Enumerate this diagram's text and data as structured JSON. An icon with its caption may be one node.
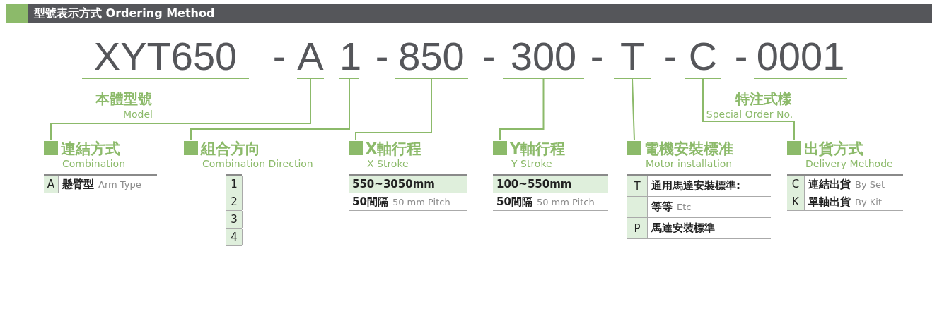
{
  "diagram": {
    "title": "型號表示方式 Ordering Method",
    "nodes": [
      {
        "text": [
          "A"
        ]
      },
      {
        "text": [
          "1"
        ]
      },
      {
        "text": [
          "850"
        ]
      },
      {
        "text": [
          "300"
        ]
      },
      {
        "text": [
          "T"
        ]
      },
      {
        "text": [
          "C"
        ]
      },
      {
        "text": [
          "連結方式",
          "Combination"
        ]
      },
      {
        "text": [
          "組合方向",
          "Combination Direction"
        ]
      },
      {
        "text": [
          "X軸行程",
          "X Stroke"
        ]
      },
      {
        "text": [
          "Y軸行程",
          "Y Stroke"
        ]
      },
      {
        "text": [
          "電機安裝標准",
          "Motor installation"
        ]
      },
      {
        "text": [
          "出貨方式",
          "Delivery Methode"
        ]
      }
    ],
    "edges": [
      {
        "from": 0,
        "to": 6,
        "arrow": "none"
      },
      {
        "from": 1,
        "to": 7,
        "arrow": "none"
      },
      {
        "from": 2,
        "to": 8,
        "arrow": "none"
      },
      {
        "from": 3,
        "to": 9,
        "arrow": "none"
      },
      {
        "from": 4,
        "to": 10,
        "arrow": "none"
      },
      {
        "from": 5,
        "to": 11,
        "arrow": "none"
      }
    ],
    "labels": [
      "XYT650",
      "-",
      "-",
      "-",
      "-",
      "-",
      "-",
      "0001",
      "本體型號",
      "Model",
      "特注式樣",
      "Special Order No.",
      "A",
      "懸臂型",
      "Arm Type",
      "1",
      "2",
      "3",
      "4",
      "550~3050mm",
      "50間隔",
      "50 mm Pitch",
      "100~550mm",
      "50間隔",
      "50 mm Pitch",
      "T",
      "通用馬達安裝標準:",
      "等等",
      "Etc",
      "P",
      "馬達安裝標準",
      "C",
      "連結出貨",
      "By Set",
      "K",
      "單軸出貨",
      "By Kit"
    ]
  }
}
